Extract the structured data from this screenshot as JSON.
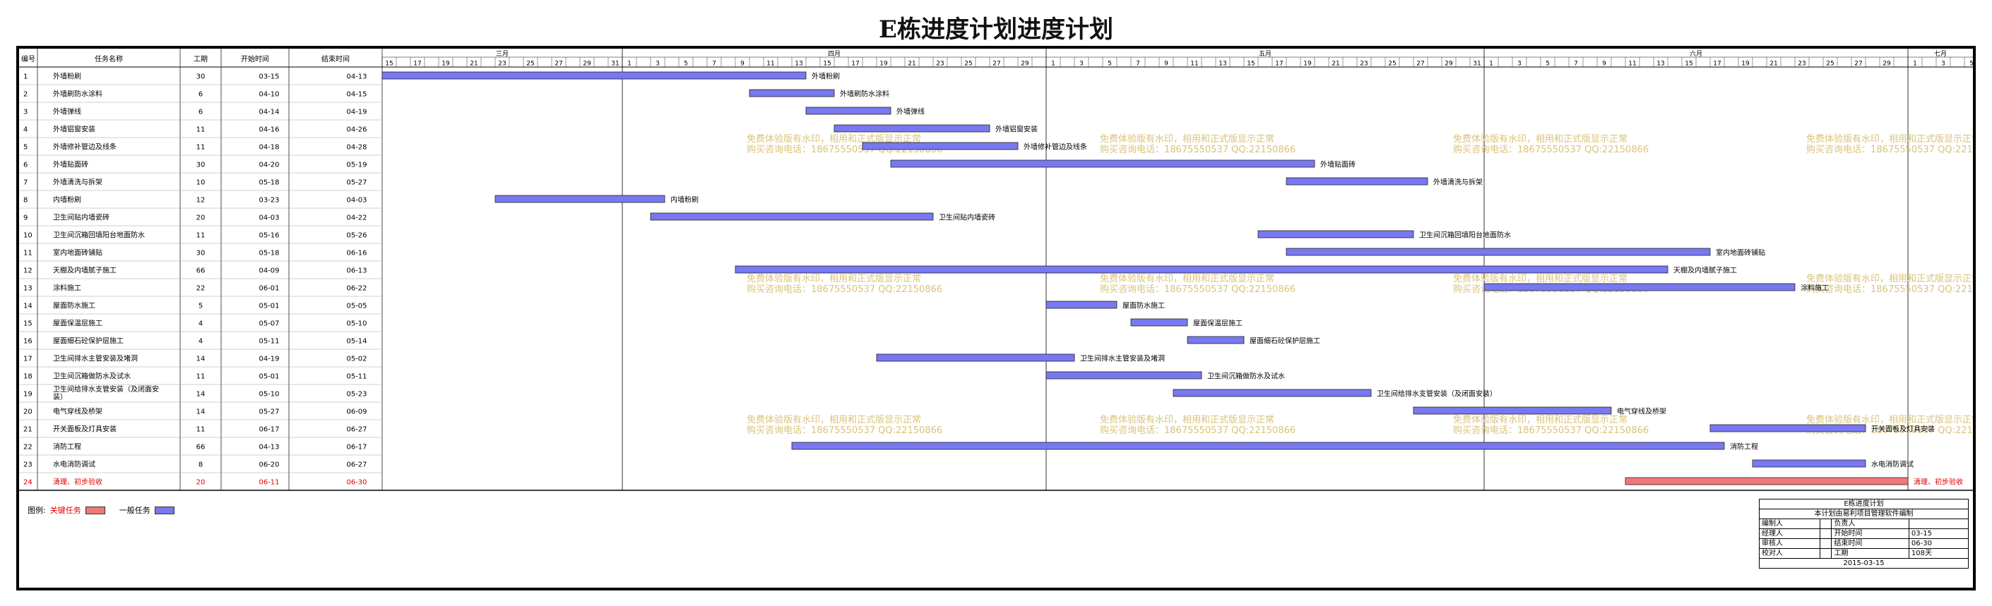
{
  "title": "E栋进度计划进度计划",
  "columns": {
    "id": "编号",
    "name": "任务名称",
    "duration": "工期",
    "start": "开始时间",
    "end": "结束时间"
  },
  "colors": {
    "normal": "#7878f0",
    "critical": "#f07878",
    "critical_text": "#e00000",
    "watermark": "#d9c37a",
    "grid": "#888888"
  },
  "watermark": {
    "line1": "免费体验版有水印，相用和正式版显示正常",
    "line2": "购买咨询电话：18675550537 QQ:22150866"
  },
  "legend": {
    "label": "图例:",
    "critical": "关键任务",
    "normal": "一般任务"
  },
  "info": {
    "title": "E栋进度计划",
    "subtitle": "本计划由易利项目管理软件编制",
    "rows": [
      {
        "label": "编制人",
        "value": "",
        "label2": "负责人",
        "value2": ""
      },
      {
        "label": "经理人",
        "value": "",
        "label2": "开始时间",
        "value2": "03-15"
      },
      {
        "label": "审核人",
        "value": "",
        "label2": "结束时间",
        "value2": "06-30"
      },
      {
        "label": "校对人",
        "value": "",
        "label2": "工期",
        "value2": "108天"
      }
    ],
    "date": "2015-03-15"
  },
  "chart_data": {
    "type": "gantt",
    "title": "E栋进度计划进度计划",
    "year": 2015,
    "timeline": {
      "start": "03-15",
      "end": "07-05",
      "months": [
        {
          "label": "三月",
          "start": "03-15"
        },
        {
          "label": "四月",
          "start": "04-01"
        },
        {
          "label": "五月",
          "start": "05-01"
        },
        {
          "label": "六月",
          "start": "06-01"
        },
        {
          "label": "七月",
          "start": "07-01"
        }
      ]
    },
    "tasks": [
      {
        "id": 1,
        "name": "外墙粉刷",
        "duration": 30,
        "start": "03-15",
        "end": "04-13",
        "critical": false
      },
      {
        "id": 2,
        "name": "外墙刷防水涂料",
        "duration": 6,
        "start": "04-10",
        "end": "04-15",
        "critical": false
      },
      {
        "id": 3,
        "name": "外墙弹线",
        "duration": 6,
        "start": "04-14",
        "end": "04-19",
        "critical": false
      },
      {
        "id": 4,
        "name": "外墙铝窗安装",
        "duration": 11,
        "start": "04-16",
        "end": "04-26",
        "critical": false
      },
      {
        "id": 5,
        "name": "外墙修补管边及线条",
        "duration": 11,
        "start": "04-18",
        "end": "04-28",
        "critical": false
      },
      {
        "id": 6,
        "name": "外墙贴面砖",
        "duration": 30,
        "start": "04-20",
        "end": "05-19",
        "critical": false
      },
      {
        "id": 7,
        "name": "外墙清洗与拆架",
        "duration": 10,
        "start": "05-18",
        "end": "05-27",
        "critical": false
      },
      {
        "id": 8,
        "name": "内墙粉刷",
        "duration": 12,
        "start": "03-23",
        "end": "04-03",
        "critical": false
      },
      {
        "id": 9,
        "name": "卫生间贴内墙瓷砖",
        "duration": 20,
        "start": "04-03",
        "end": "04-22",
        "critical": false
      },
      {
        "id": 10,
        "name": "卫生间沉箱回填阳台地面防水",
        "duration": 11,
        "start": "05-16",
        "end": "05-26",
        "critical": false
      },
      {
        "id": 11,
        "name": "室内地面砖铺贴",
        "duration": 30,
        "start": "05-18",
        "end": "06-16",
        "critical": false
      },
      {
        "id": 12,
        "name": "天棚及内墙腻子施工",
        "duration": 66,
        "start": "04-09",
        "end": "06-13",
        "critical": false
      },
      {
        "id": 13,
        "name": "涂料施工",
        "duration": 22,
        "start": "06-01",
        "end": "06-22",
        "critical": false
      },
      {
        "id": 14,
        "name": "屋面防水施工",
        "duration": 5,
        "start": "05-01",
        "end": "05-05",
        "critical": false
      },
      {
        "id": 15,
        "name": "屋面保温层施工",
        "duration": 4,
        "start": "05-07",
        "end": "05-10",
        "critical": false
      },
      {
        "id": 16,
        "name": "屋面细石砼保护层施工",
        "duration": 4,
        "start": "05-11",
        "end": "05-14",
        "critical": false
      },
      {
        "id": 17,
        "name": "卫生间排水主管安装及堵洞",
        "duration": 14,
        "start": "04-19",
        "end": "05-02",
        "critical": false
      },
      {
        "id": 18,
        "name": "卫生间沉箱做防水及试水",
        "duration": 11,
        "start": "05-01",
        "end": "05-11",
        "critical": false
      },
      {
        "id": 19,
        "name": "卫生间给排水支管安装（及闭面安装）",
        "duration": 14,
        "start": "05-10",
        "end": "05-23",
        "critical": false
      },
      {
        "id": 20,
        "name": "电气穿线及桥架",
        "duration": 14,
        "start": "05-27",
        "end": "06-09",
        "critical": false
      },
      {
        "id": 21,
        "name": "开关面板及灯具安装",
        "duration": 11,
        "start": "06-17",
        "end": "06-27",
        "critical": false
      },
      {
        "id": 22,
        "name": "消防工程",
        "duration": 66,
        "start": "04-13",
        "end": "06-17",
        "critical": false
      },
      {
        "id": 23,
        "name": "水电消防调试",
        "duration": 8,
        "start": "06-20",
        "end": "06-27",
        "critical": false
      },
      {
        "id": 24,
        "name": "清理、初步验收",
        "duration": 20,
        "start": "06-11",
        "end": "06-30",
        "critical": true
      }
    ]
  }
}
